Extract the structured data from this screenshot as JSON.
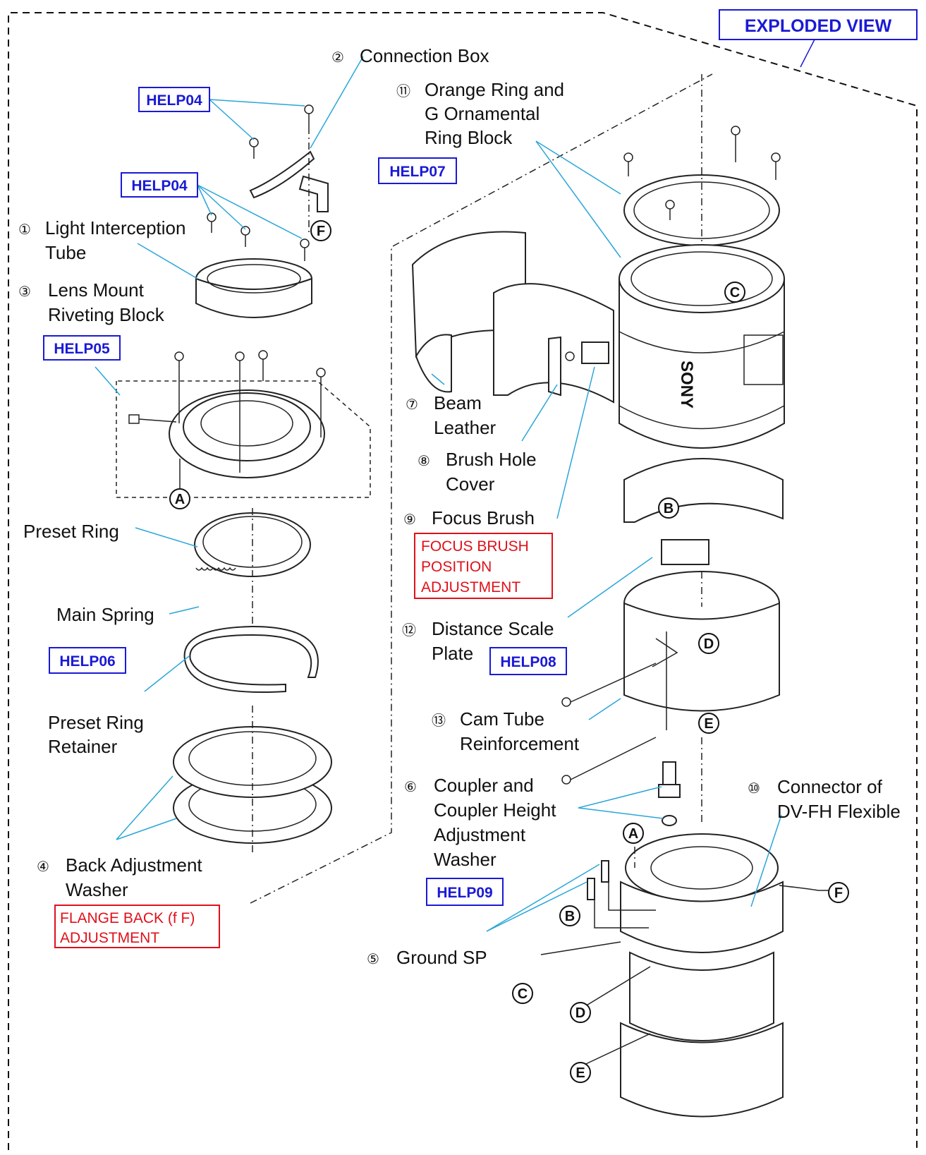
{
  "title": "EXPLODED VIEW",
  "colors": {
    "help": "#1a1ad6",
    "adjustment": "#e0101a",
    "leader": "#2aa6d9"
  },
  "parts": [
    {
      "num": "①",
      "lines": [
        "Light Interception",
        "Tube"
      ]
    },
    {
      "num": "②",
      "lines": [
        "Connection Box"
      ]
    },
    {
      "num": "③",
      "lines": [
        "Lens Mount",
        "Riveting Block"
      ]
    },
    {
      "num": "④",
      "lines": [
        "Back Adjustment",
        "Washer"
      ]
    },
    {
      "num": "⑤",
      "lines": [
        "Ground SP"
      ]
    },
    {
      "num": "⑥",
      "lines": [
        "Coupler and",
        "Coupler Height",
        "Adjustment",
        "Washer"
      ]
    },
    {
      "num": "⑦",
      "lines": [
        "Beam",
        "Leather"
      ]
    },
    {
      "num": "⑧",
      "lines": [
        "Brush Hole",
        "Cover"
      ]
    },
    {
      "num": "⑨",
      "lines": [
        "Focus Brush"
      ]
    },
    {
      "num": "⑩",
      "lines": [
        "Connector of",
        "DV-FH Flexible"
      ]
    },
    {
      "num": "⑪",
      "lines": [
        "Orange Ring and",
        "G Ornamental",
        "Ring Block"
      ]
    },
    {
      "num": "⑫",
      "lines": [
        "Distance Scale",
        "Plate"
      ]
    },
    {
      "num": "⑬",
      "lines": [
        "Cam Tube",
        "Reinforcement"
      ]
    }
  ],
  "other_labels": {
    "preset_ring": "Preset Ring",
    "main_spring": "Main Spring",
    "preset_ring_retainer": [
      "Preset Ring",
      "Retainer"
    ]
  },
  "help_links": [
    "HELP04",
    "HELP04",
    "HELP05",
    "HELP06",
    "HELP07",
    "HELP08",
    "HELP09"
  ],
  "adjustments": [
    [
      "FOCUS BRUSH",
      "POSITION",
      "ADJUSTMENT"
    ],
    [
      "FLANGE BACK (f F)",
      "ADJUSTMENT"
    ]
  ],
  "letters": {
    "a": "A",
    "b": "B",
    "c": "C",
    "d": "D",
    "e": "E",
    "f": "F"
  },
  "brand": "SONY"
}
